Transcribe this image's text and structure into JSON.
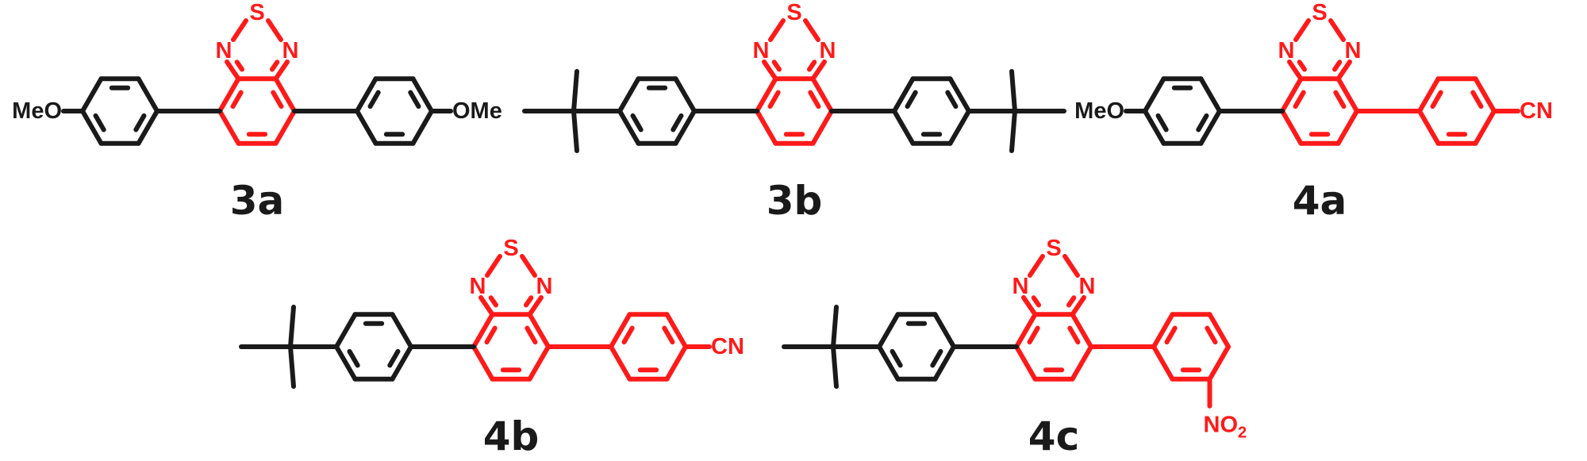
{
  "colors": {
    "black": "#1a1a1a",
    "red": "#ff1a1a"
  },
  "compounds": [
    {
      "id": "3a",
      "label": "3a",
      "left": "OMe",
      "right": "OMe",
      "right_color": "black"
    },
    {
      "id": "3b",
      "label": "3b",
      "left": "tBu",
      "right": "tBu",
      "right_color": "black"
    },
    {
      "id": "4a",
      "label": "4a",
      "left": "OMe",
      "right": "CN",
      "right_color": "red"
    },
    {
      "id": "4b",
      "label": "4b",
      "left": "tBu",
      "right": "CN",
      "right_color": "red"
    },
    {
      "id": "4c",
      "label": "4c",
      "left": "tBu",
      "right": "NO2meta",
      "right_color": "red"
    }
  ],
  "atoms": {
    "S": "S",
    "N": "N",
    "MeO": "MeO",
    "OMe": "OMe",
    "CN": "CN",
    "NO": "NO",
    "NO2_sub": "2"
  }
}
